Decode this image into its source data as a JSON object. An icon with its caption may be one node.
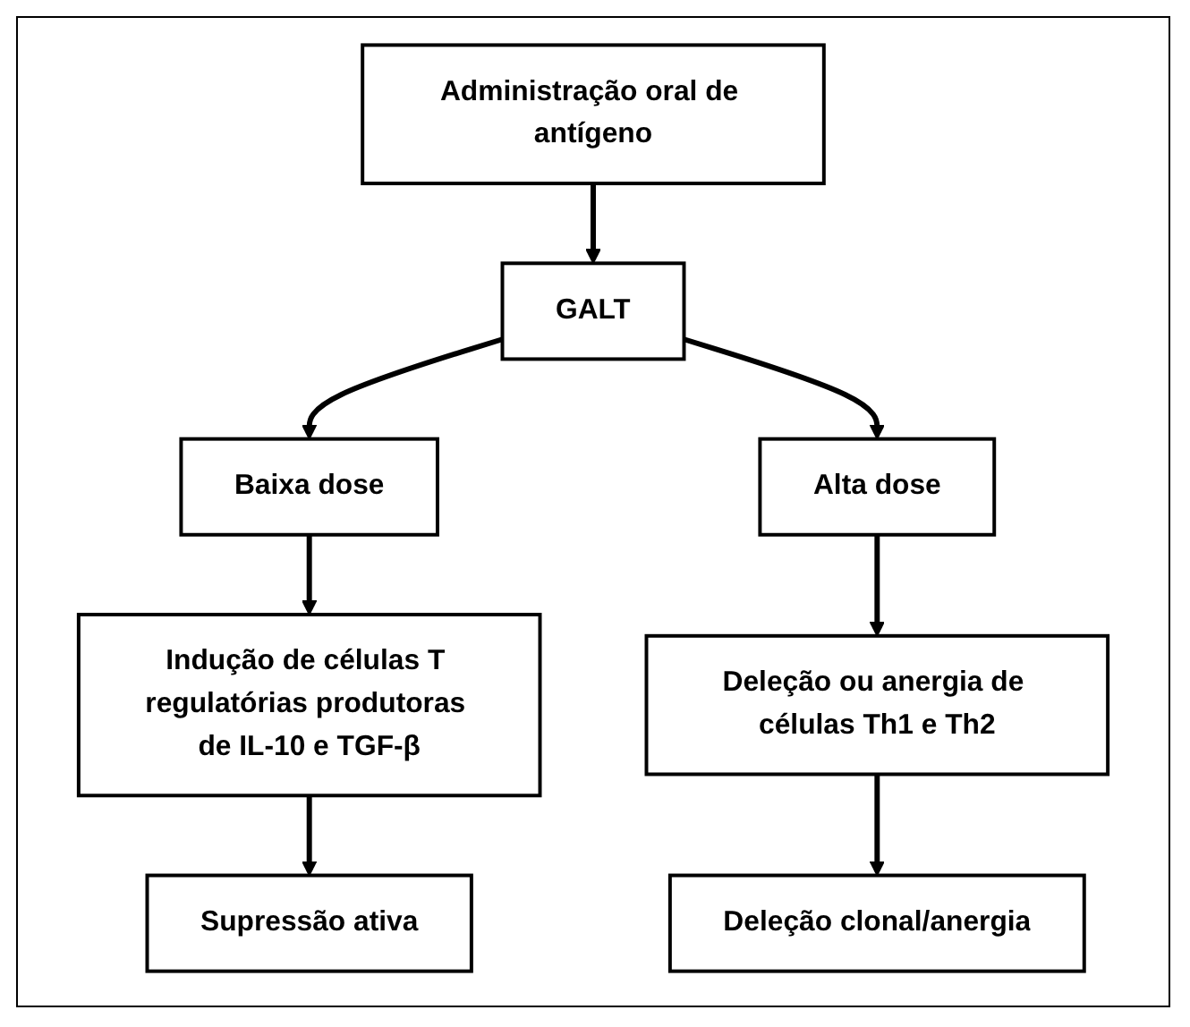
{
  "diagram": {
    "nodes": [
      {
        "text": [
          "Administração oral de antígeno"
        ]
      },
      {
        "text": [
          "GALT"
        ]
      },
      {
        "text": [
          "Baixa dose"
        ]
      },
      {
        "text": [
          "Alta dose"
        ]
      },
      {
        "text": [
          "Indução de células T regulatórias produtoras de IL-10 e TGF-β"
        ]
      },
      {
        "text": [
          "Deleção ou anergia de células Th1 e Th2"
        ]
      },
      {
        "text": [
          "Supressão ativa"
        ]
      },
      {
        "text": [
          "Deleção clonal/anergia"
        ]
      }
    ],
    "edges": [
      {
        "from": 0,
        "to": 1,
        "arrow": "to"
      },
      {
        "from": 1,
        "to": 2,
        "arrow": "to"
      },
      {
        "from": 1,
        "to": 3,
        "arrow": "to"
      },
      {
        "from": 2,
        "to": 4,
        "arrow": "to"
      },
      {
        "from": 3,
        "to": 5,
        "arrow": "to"
      },
      {
        "from": 4,
        "to": 6,
        "arrow": "to"
      },
      {
        "from": 5,
        "to": 7,
        "arrow": "to"
      }
    ]
  }
}
